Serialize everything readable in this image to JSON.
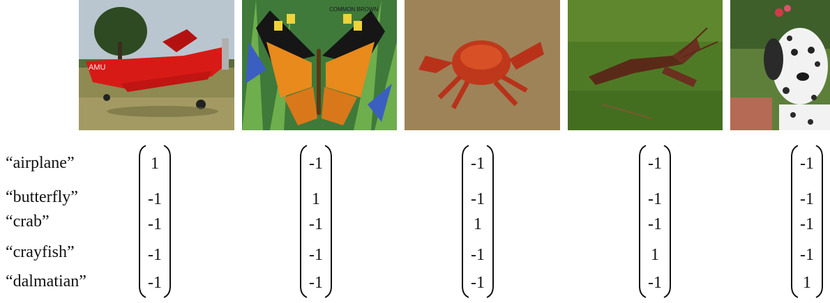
{
  "classes": [
    "“airplane”",
    "“butterfly”",
    "“crab”",
    "“crayfish”",
    "“dalmatian”"
  ],
  "images": [
    {
      "icon": "airplane-photo",
      "caption": ""
    },
    {
      "icon": "butterfly-photo",
      "caption": "COMMON BROWN"
    },
    {
      "icon": "crab-photo",
      "caption": ""
    },
    {
      "icon": "crayfish-photo",
      "caption": ""
    },
    {
      "icon": "dalmatian-photo",
      "caption": ""
    }
  ],
  "plane_marking": "AMU",
  "vectors": [
    [
      "1",
      "-1",
      "-1",
      "-1",
      "-1"
    ],
    [
      "-1",
      "1",
      "-1",
      "-1",
      "-1"
    ],
    [
      "-1",
      "-1",
      "1",
      "-1",
      "-1"
    ],
    [
      "-1",
      "-1",
      "-1",
      "1",
      "-1"
    ],
    [
      "-1",
      "-1",
      "-1",
      "-1",
      "1"
    ]
  ]
}
